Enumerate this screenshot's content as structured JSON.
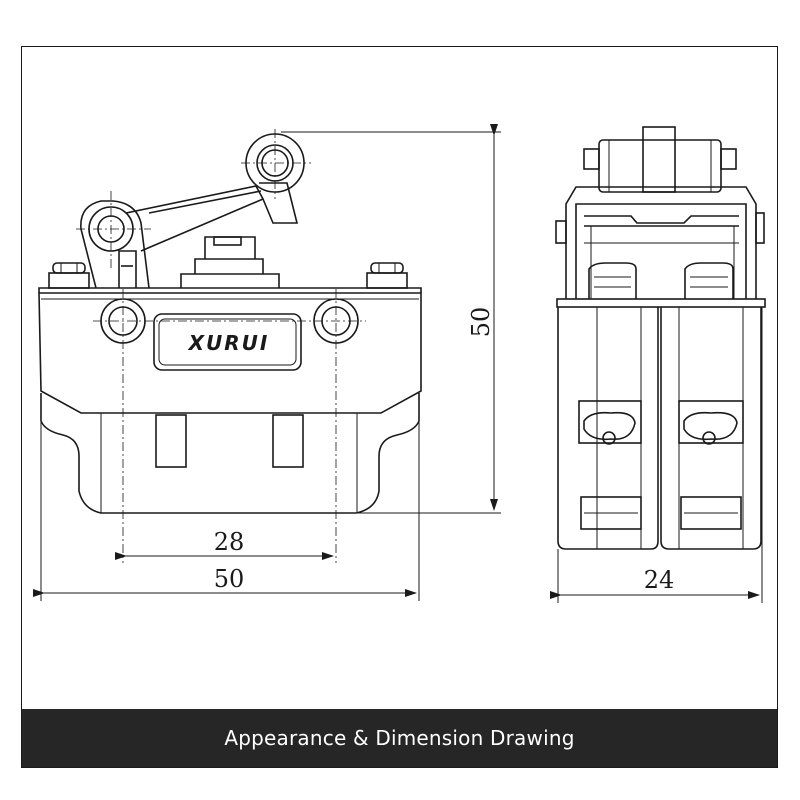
{
  "dimensions": {
    "height_right": "50",
    "inner_width": "28",
    "total_width": "50",
    "side_width": "24"
  },
  "logo_text": "XURUI",
  "caption": "Appearance & Dimension Drawing",
  "colors": {
    "line": "#1a1a1a",
    "caption_bg": "#262626",
    "caption_text": "#ffffff"
  }
}
